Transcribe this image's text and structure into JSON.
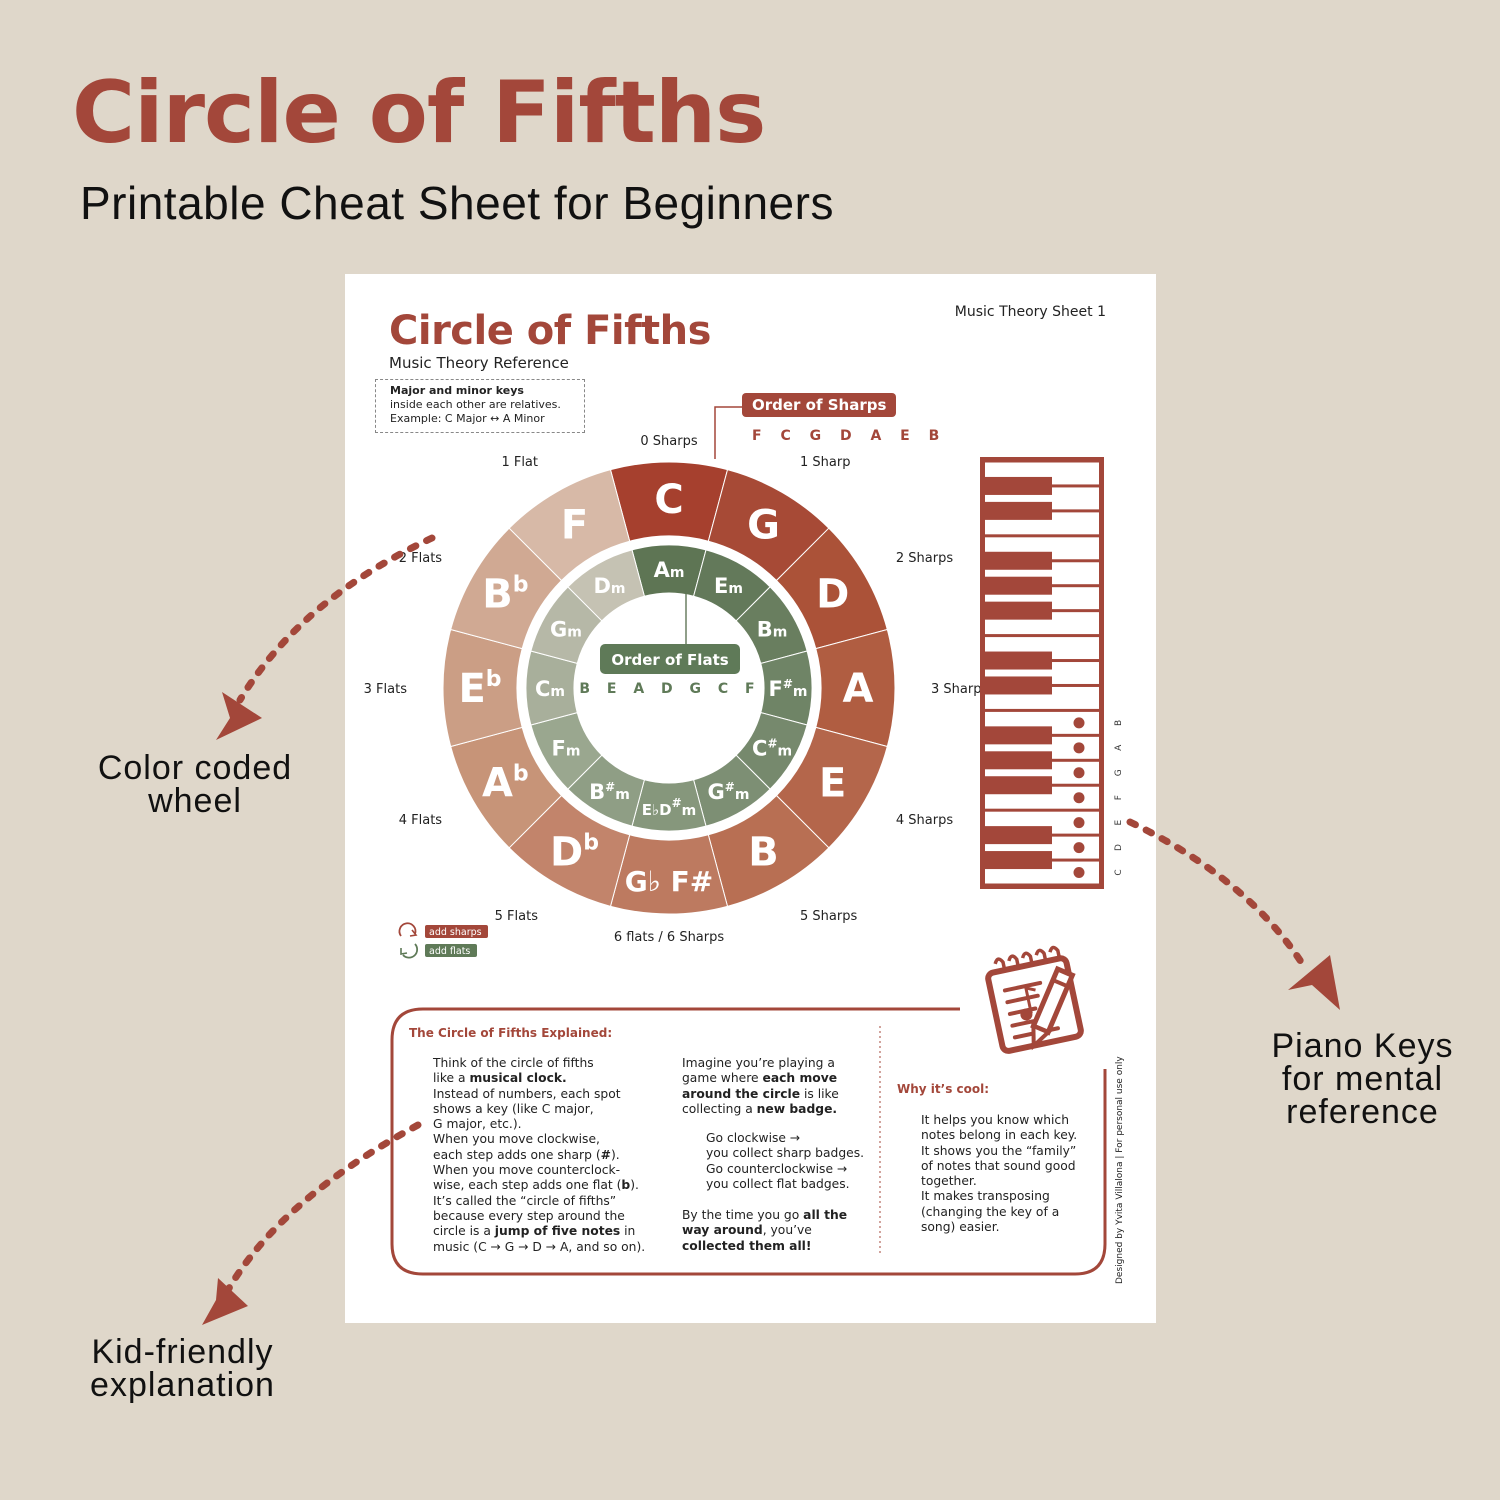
{
  "hero": {
    "title": "Circle of Fifths",
    "subtitle": "Printable Cheat Sheet for Beginners"
  },
  "callouts": {
    "wheel": [
      "Color coded",
      "wheel"
    ],
    "piano": [
      "Piano Keys",
      "for mental",
      "reference"
    ],
    "explanation": [
      "Kid-friendly",
      "explanation"
    ]
  },
  "colors": {
    "background": "#dfd7ca",
    "accent": "#a3473a",
    "green": "#5f7a58",
    "sheet": "#ffffff"
  },
  "sheet": {
    "title": "Circle of Fifths",
    "subtitle": "Music Theory Reference",
    "sheet_number": "Music Theory Sheet 1",
    "relatives_note": {
      "heading": "Major and minor keys",
      "line1": "inside each other are relatives.",
      "line2": "Example: C Major ↔ A Minor"
    },
    "order_of_sharps": {
      "label": "Order of Sharps",
      "sequence": "FCGDAEB"
    },
    "order_of_flats": {
      "label": "Order of Flats",
      "sequence": "BEADGCF"
    },
    "legend": {
      "sharps": "add sharps",
      "flats": "add flats"
    },
    "credit": "Designed by Yvita Villalona |  For personal use only"
  },
  "wheel": {
    "major_keys": [
      {
        "label": "C",
        "accidental": "",
        "signature": "0 Sharps",
        "color": "#a6402e"
      },
      {
        "label": "G",
        "accidental": "",
        "signature": "1 Sharp",
        "color": "#a74a36"
      },
      {
        "label": "D",
        "accidental": "",
        "signature": "2 Sharps",
        "color": "#ab5238"
      },
      {
        "label": "A",
        "accidental": "",
        "signature": "3 Sharps",
        "color": "#b05d41"
      },
      {
        "label": "E",
        "accidental": "",
        "signature": "4 Sharps",
        "color": "#b4664b"
      },
      {
        "label": "B",
        "accidental": "",
        "signature": "5 Sharps",
        "color": "#b86f53"
      },
      {
        "label": "G♭ F#",
        "accidental": "",
        "signature": "6 flats / 6 Sharps",
        "color": "#bd7a60"
      },
      {
        "label": "D",
        "accidental": "b",
        "signature": "5 Flats",
        "color": "#c2846b"
      },
      {
        "label": "A",
        "accidental": "b",
        "signature": "4 Flats",
        "color": "#c79478"
      },
      {
        "label": "E",
        "accidental": "b",
        "signature": "3 Flats",
        "color": "#cb9e85"
      },
      {
        "label": "B",
        "accidental": "b",
        "signature": "2 Flats",
        "color": "#d0a993"
      },
      {
        "label": "F",
        "accidental": "",
        "signature": "1 Flat",
        "color": "#d7b9a7"
      }
    ],
    "minor_keys": [
      {
        "label": "A",
        "accidental": "",
        "color": "#5e7554"
      },
      {
        "label": "E",
        "accidental": "",
        "color": "#63795a"
      },
      {
        "label": "B",
        "accidental": "",
        "color": "#697e5f"
      },
      {
        "label": "F",
        "accidental": "#",
        "color": "#6f8466"
      },
      {
        "label": "C",
        "accidental": "#",
        "color": "#76896d"
      },
      {
        "label": "G",
        "accidental": "#",
        "color": "#7d8f74"
      },
      {
        "label": "E♭D",
        "accidental": "#",
        "color": "#86977c"
      },
      {
        "label": "B",
        "accidental": "#",
        "color": "#8f9e85"
      },
      {
        "label": "F",
        "accidental": "",
        "color": "#9aa78f"
      },
      {
        "label": "C",
        "accidental": "",
        "color": "#a8af9b"
      },
      {
        "label": "G",
        "accidental": "",
        "color": "#b6b8a7"
      },
      {
        "label": "D",
        "accidental": "",
        "color": "#c5c2b3"
      }
    ],
    "minor_suffix": "m"
  },
  "piano": {
    "white_keys_top_to_bottom": [
      "E",
      "D",
      "C",
      "B",
      "A",
      "G",
      "F",
      "E",
      "D",
      "C",
      "B",
      "A",
      "G",
      "F",
      "E",
      "D",
      "C"
    ],
    "labeled_keys": [
      "B",
      "A",
      "G",
      "F",
      "E",
      "D",
      "C"
    ]
  },
  "explanation": {
    "heading": "The Circle of Fifths Explained:",
    "col1": [
      {
        "t": "Think of the circle of fifths"
      },
      {
        "t": "like a ",
        "b": "musical clock."
      },
      {
        "t": "Instead of numbers, each spot"
      },
      {
        "t": "shows a key (like C major,"
      },
      {
        "t": "G major, etc.)."
      },
      {
        "t": "When you move clockwise,"
      },
      {
        "t": "each step adds one sharp (",
        "b": "#",
        "a": ")."
      },
      {
        "t": "When you move counterclock-"
      },
      {
        "t": "wise, each step adds one flat (",
        "b": "b",
        "a": ")."
      },
      {
        "t": "It’s called the “circle of fifths”"
      },
      {
        "t": "because every step around the"
      },
      {
        "t": "circle is a ",
        "b": "jump of five notes",
        "a": " in"
      },
      {
        "t": "music (C → G → D → A, and so on)."
      }
    ],
    "col2a": [
      {
        "t": "Imagine you’re playing a"
      },
      {
        "t": "game where ",
        "b": "each move"
      },
      {
        "t": "",
        "b": "around the circle",
        "a": " is like"
      },
      {
        "t": "collecting a ",
        "b": "new badge."
      }
    ],
    "col2b": [
      {
        "t": "Go clockwise →"
      },
      {
        "t": "you collect sharp badges."
      },
      {
        "t": "Go counterclockwise →"
      },
      {
        "t": "you collect flat badges."
      }
    ],
    "col2c": [
      {
        "t": "By the time you go ",
        "b": "all the"
      },
      {
        "t": "",
        "b": "way around",
        "a": ", you’ve"
      },
      {
        "t": "",
        "b": "collected them all!"
      }
    ],
    "why_heading": "Why it’s cool:",
    "col3": [
      {
        "t": "It helps you know which"
      },
      {
        "t": "notes belong in each key."
      },
      {
        "t": "It shows you the “family”"
      },
      {
        "t": "of notes that sound good"
      },
      {
        "t": "together."
      },
      {
        "t": "It makes transposing"
      },
      {
        "t": "(changing the key of a"
      },
      {
        "t": "song) easier."
      }
    ]
  }
}
